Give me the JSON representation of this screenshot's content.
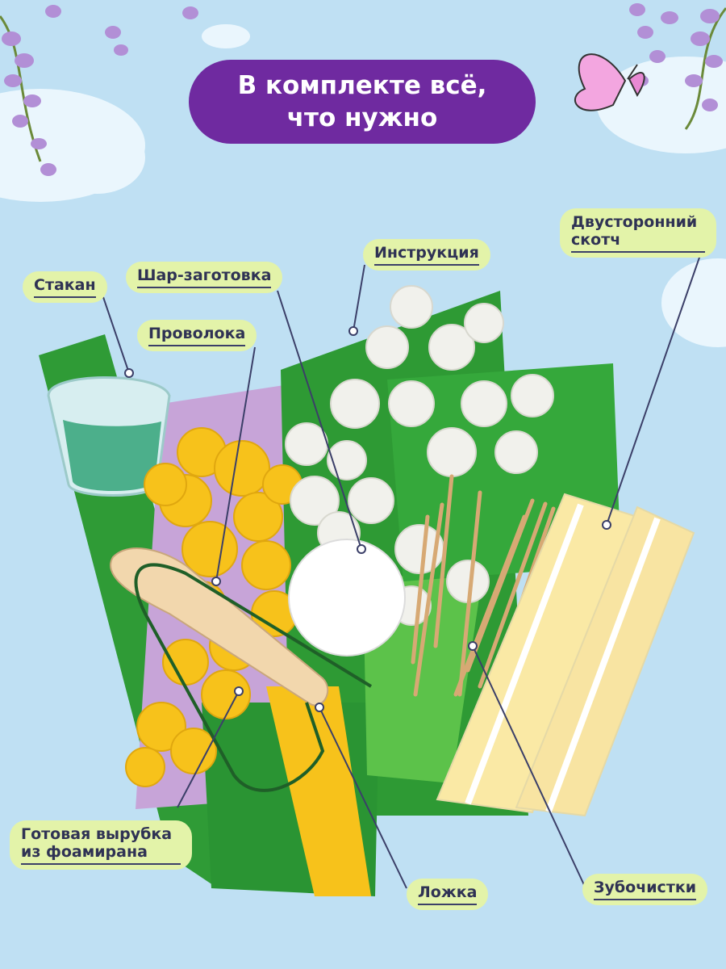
{
  "headline": {
    "line1": "В комплекте всё,",
    "line2": "что нужно"
  },
  "labels": {
    "stakan": "Стакан",
    "shar": "Шар-заготовка",
    "provoloka": "Проволока",
    "instrukciya": "Инструкция",
    "skotch_line1": "Двусторонний",
    "skotch_line2": "скотч",
    "vyrubka_line1": "Готовая вырубка",
    "vyrubka_line2": "из фоамирана",
    "lozhka": "Ложка",
    "zubochistki": "Зубочистки"
  },
  "colors": {
    "background": "#bfe0f3",
    "headline_bg": "#6f2aa0",
    "label_bg": "#e3f3a9",
    "label_text": "#2f3254",
    "foam_green": "#2f9b36",
    "foam_yellow": "#f7c21b",
    "foam_lilac": "#c7a4d8",
    "foam_white": "#f1f1ec"
  },
  "icons": [
    "butterfly-icon",
    "wisteria-flower-icon"
  ]
}
